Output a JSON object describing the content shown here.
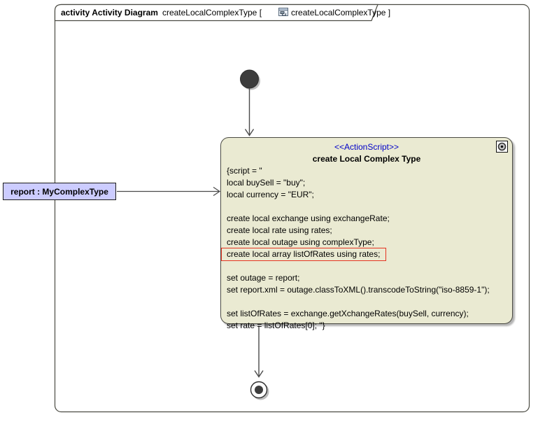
{
  "frame_tab": {
    "kind_label": "activity Activity Diagram",
    "diagram_ref": "createLocalComplexType [",
    "icon": "activity-diagram-icon",
    "context_ref": "createLocalComplexType ]"
  },
  "action_node": {
    "stereotype": "<<ActionScript>>",
    "name": "create Local Complex Type",
    "corner_icon": "behavior-gear-icon",
    "highlight_line_index": 7,
    "script_lines": [
      "{script = \"",
      "local buySell = \"buy\";",
      "local currency = \"EUR\";",
      "",
      "create local exchange using exchangeRate;",
      "create local rate using rates;",
      "create local outage using complexType;",
      "create local array listOfRates using rates;",
      "",
      "set outage = report;",
      "set report.xml = outage.classToXML().transcodeToString(\"iso-8859-1\");",
      "",
      "set listOfRates = exchange.getXchangeRates(buySell, currency);",
      "set rate = listOfRates[0]; \"}"
    ]
  },
  "object_label": {
    "text": "report : MyComplexType"
  },
  "nodes": {
    "initial": "initial-node",
    "final": "activity-final-node"
  },
  "colors": {
    "node_fill": "#eaead2",
    "node_border": "#4b4b43",
    "label_fill": "#ccccff",
    "stereotype_color": "#0000c8",
    "highlight_border": "#e53422",
    "edge_color": "#4a4a4a",
    "frame_border": "#4b4b43"
  }
}
